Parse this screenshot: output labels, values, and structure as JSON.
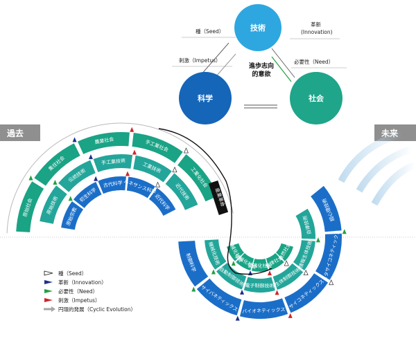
{
  "colors": {
    "tech": "#2ea7e0",
    "science": "#1565b8",
    "society": "#1fa58a",
    "teal_band": "#1aa385",
    "green_band": "#23a59a",
    "blue_band": "#1b6ec8",
    "navy": "#1a3c8c",
    "label_gray": "#8f8f8f",
    "arrow_green": "#22a040",
    "arrow_red": "#d0252a",
    "arrow_navy": "#1d2f8a",
    "arrow_gray": "#a5a5a5"
  },
  "top": {
    "tech": "技術",
    "science": "科学",
    "society": "社会",
    "center_line1": "進歩志向",
    "center_line2": "的意欲",
    "seed": "種（Seed）",
    "impetus": "刺激（Impetus）",
    "innovation_line1": "革新",
    "innovation_line2": "(Innovation)",
    "need": "必要性（Need）"
  },
  "corners": {
    "past": "過去",
    "future": "未来"
  },
  "industrial_revolution": "産業革命",
  "rings": {
    "outer_left": [
      "原始社会",
      "集住社会",
      "農業社会",
      "手工業社会",
      "工業化社会"
    ],
    "middle_left": [
      "原始技術",
      "伝統技術",
      "手工業技術",
      "工業技術",
      "近代技術"
    ],
    "inner_left": [
      "原始宗教",
      "初生科学",
      "古代科学",
      "ルネサンス科学",
      "近代科学"
    ],
    "inner_right": [
      "機械化社会",
      "情報化社会",
      "最適化社会",
      "自律社会",
      "自然社会"
    ],
    "middle_right": [
      "機械化技術",
      "自動制御技術",
      "電子制御技術",
      "生体制御技術",
      "情報生体技術",
      "自律技術"
    ],
    "outer_right": [
      "制御科学",
      "サイバネティックス",
      "バイオネティックス",
      "サイコネティックス",
      "メタサイコネティックス",
      "超心理技術"
    ]
  },
  "legend": [
    {
      "label": "種（Seed）",
      "marker": "seed-triangle-icon"
    },
    {
      "label": "革新（Innovation）",
      "marker": "navy-triangle-icon"
    },
    {
      "label": "必要性（Need）",
      "marker": "green-triangle-icon"
    },
    {
      "label": "刺激（Impetus）",
      "marker": "red-triangle-icon"
    },
    {
      "label": "円環的発展（Cyclic Evolution）",
      "marker": "gray-arrow-icon"
    }
  ]
}
